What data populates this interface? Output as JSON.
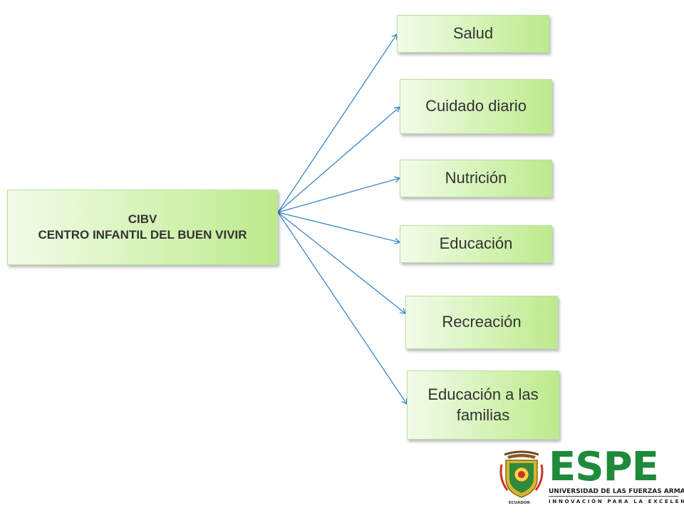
{
  "diagram": {
    "root": {
      "line1": "CIBV",
      "line2": "CENTRO INFANTIL DEL BUEN VIVIR"
    },
    "children": [
      {
        "line1": "Salud",
        "line2": ""
      },
      {
        "line1": "Cuidado diario",
        "line2": ""
      },
      {
        "line1": "Nutrición",
        "line2": ""
      },
      {
        "line1": "Educación",
        "line2": ""
      },
      {
        "line1": "Recreación",
        "line2": ""
      },
      {
        "line1": "Educación a las",
        "line2": "familias"
      }
    ]
  },
  "logo": {
    "wordmark": "ESPE",
    "subtitle": "UNIVERSIDAD DE LAS FUERZAS ARMADAS",
    "tagline": "INNOVACIÓN PARA LA EXCELENCIA",
    "seal_caption": "ECUADOR"
  },
  "colors": {
    "connector": "#3a86c8",
    "node_border": "#b8e2a0",
    "brand_green": "#1f8a3a"
  }
}
